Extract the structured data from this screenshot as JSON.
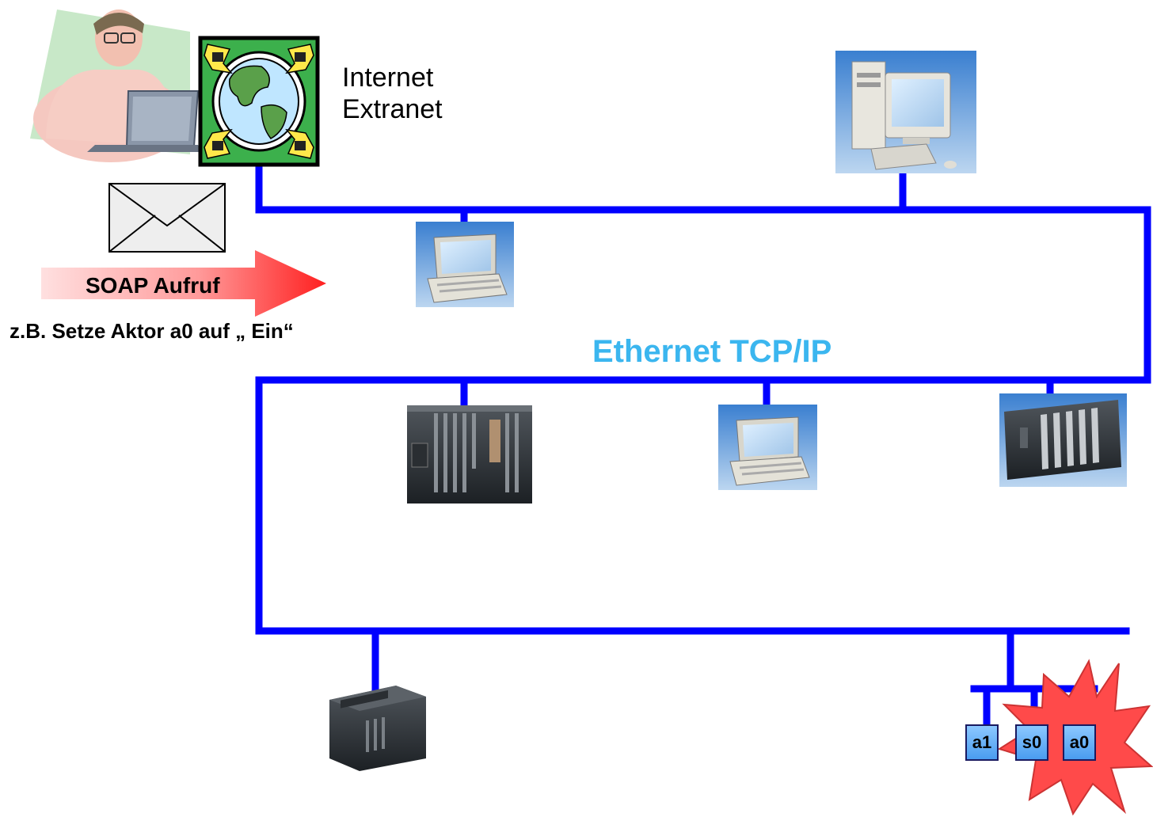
{
  "labels": {
    "internet": "Internet",
    "extranet": "Extranet",
    "soap_call": "SOAP Aufruf",
    "example": "z.B. Setze Aktor a0 auf „ Ein“",
    "network": "Ethernet TCP/IP"
  },
  "io_modules": [
    "a1",
    "s0",
    "a0"
  ],
  "icons": [
    "user-at-laptop-icon",
    "globe-network-icon",
    "envelope-icon",
    "workstation-icon",
    "laptop-icon",
    "plc-rack-icon",
    "compact-plc-icon",
    "burst-highlight-icon"
  ],
  "colors": {
    "bus": "#0000ff",
    "network_label": "#3bb6ef",
    "arrow": "#ff3030",
    "burst": "#ff4a4a",
    "io_box": "#4a9cf0"
  }
}
